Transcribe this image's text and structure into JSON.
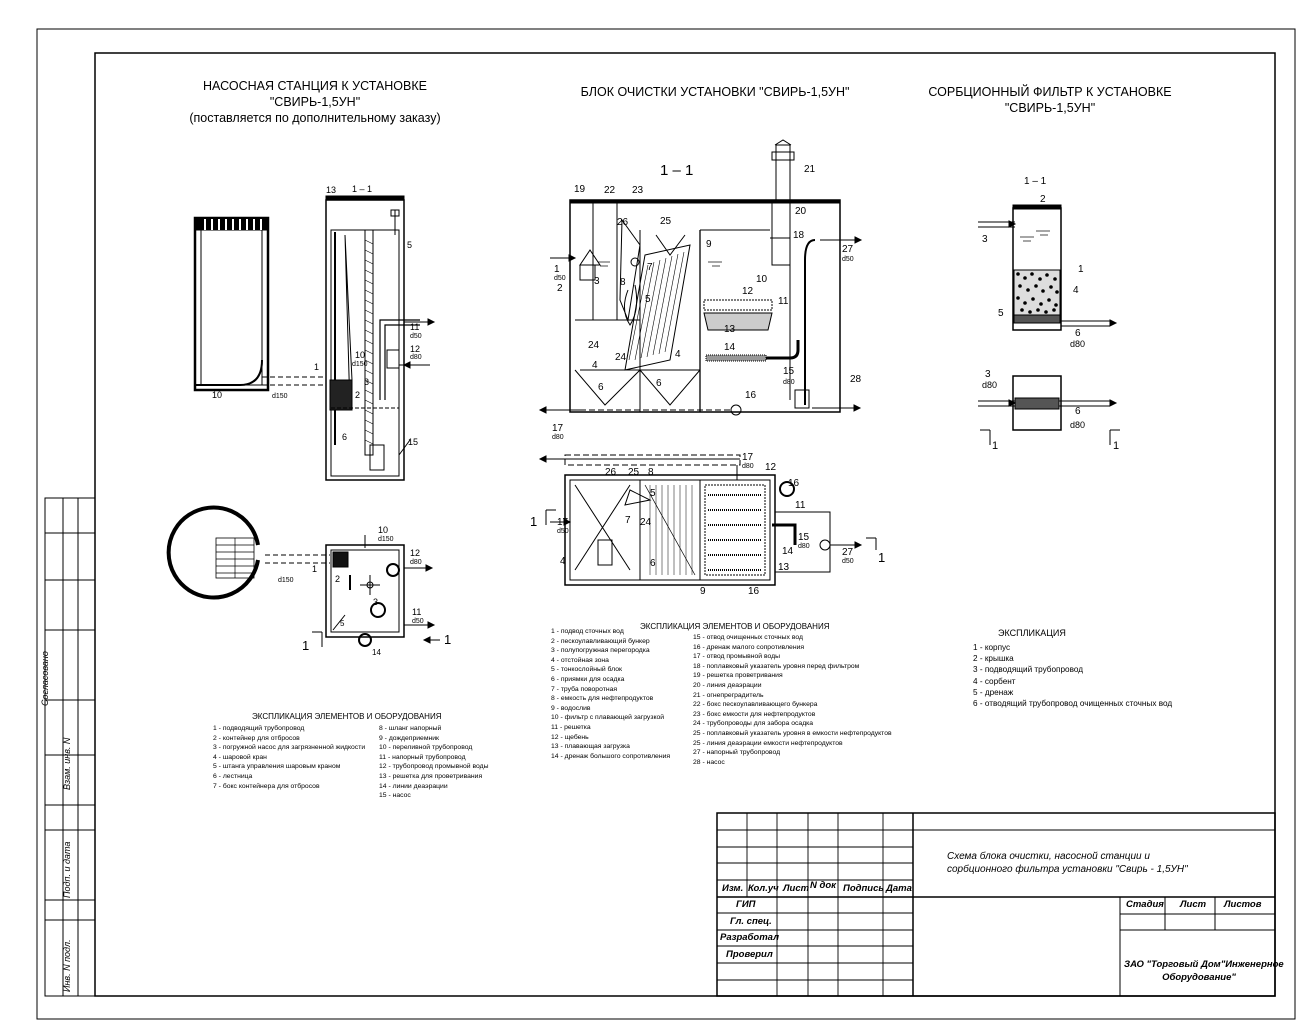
{
  "titles": {
    "pump_station": [
      "НАСОСНАЯ СТАНЦИЯ К УСТАНОВКЕ",
      "\"СВИРЬ-1,5УН\"",
      "(поставляется по дополнительному заказу)"
    ],
    "cleaning_block": "БЛОК ОЧИСТКИ УСТАНОВКИ \"СВИРЬ-1,5УН\"",
    "sorption_filter": [
      "СОРБЦИОННЫЙ ФИЛЬТР К УСТАНОВКЕ",
      "\"СВИРЬ-1,5УН\""
    ]
  },
  "section_labels": {
    "pump": "1 – 1",
    "block": "1 – 1",
    "filter": "1 – 1",
    "cut": "1"
  },
  "pump_station_legend": {
    "heading": "ЭКСПЛИКАЦИЯ ЭЛЕМЕНТОВ И ОБОРУДОВАНИЯ",
    "col1": [
      "1 - подводящий трубопровод",
      "2 - контейнер для отбросов",
      "3 - погружной насос для загрязненной жидкости",
      "4 - шаровой кран",
      "5 - штанга управления шаровым краном",
      "6 - лестница",
      "7 - бокс контейнера для отбросов"
    ],
    "col2": [
      "8 - шланг напорный",
      "9 - дождеприемник",
      "10 - переливной трубопровод",
      "11 - напорный трубопровод",
      "12 - трубопровод промывной воды",
      "13 - решетка для  проветривания",
      "14 - линии деаэрации",
      "15 - насос"
    ]
  },
  "block_legend": {
    "heading": "ЭКСПЛИКАЦИЯ ЭЛЕМЕНТОВ И ОБОРУДОВАНИЯ",
    "col1": [
      "1 - подвод сточных вод",
      "2 - пескоулавливающий бункер",
      "3 - полупогружная перегородка",
      "4 - отстойная зона",
      "5 - тонкослойный блок",
      "6 - приямки для осадка",
      "7 - труба поворотная",
      "8 - емкость для нефтепродуктов",
      "9 - водослив",
      "10 - фильтр с плавающей загрузкой",
      "11 - решетка",
      "12 - щебень",
      "13 - плавающая загрузка",
      "14 - дренаж большого сопротивления"
    ],
    "col2": [
      "15 - отвод очищенных сточных вод",
      "16 - дренаж малого сопротивления",
      "17 - отвод промывной воды",
      "18 - поплавковый указатель уровня перед фильтром",
      "19 - решетка проветривания",
      "20 - линия деаэрации",
      "21 - огнепреградитель",
      "22 - бокс пескоулавливающего бункера",
      "23 - бокс емкости для нефтепродуктов",
      "24 - трубопроводы для забора осадка",
      "25 - поплавковый указатель уровня в емкости нефтепродуктов",
      "25 - линия деаэрации емкости нефтепродуктов",
      "27 - напорный трубопровод",
      "28 - насос"
    ]
  },
  "filter_legend": {
    "heading": "ЭКСПЛИКАЦИЯ",
    "items": [
      "1 - корпус",
      "2 - крышка",
      "3 - подводящий трубопровод",
      "4 - сорбент",
      "5 - дренаж",
      "6 - отводящий трубопровод очищенных сточных вод"
    ]
  },
  "side_block": [
    "Согласовано",
    "Взам. инв. N",
    "Подп. и дата",
    "Инв. N подл."
  ],
  "stamp": {
    "description": [
      "Схема  блока очистки, насосной станции и",
      "сорбционного фильтра установки  \"Свирь - 1,5УН\""
    ],
    "cols": [
      "Изм.",
      "Кол.уч",
      "Лист",
      "N док",
      "Подпись",
      "Дата"
    ],
    "roles": [
      "ГИП",
      "Гл. спец.",
      "Разработал",
      "Проверил"
    ],
    "sheet_cols": [
      "Стадия",
      "Лист",
      "Листов"
    ],
    "company": [
      "ЗАО \"Торговый Дом\"Инженерное",
      "Оборудование\""
    ]
  },
  "callouts": {
    "pump": [
      "1",
      "2",
      "3",
      "5",
      "6",
      "10",
      "11",
      "12",
      "13",
      "14",
      "15",
      "d150",
      "d80",
      "d50",
      "d150"
    ],
    "block": [
      "1",
      "2",
      "3",
      "4",
      "5",
      "6",
      "7",
      "8",
      "9",
      "10",
      "11",
      "12",
      "13",
      "14",
      "15",
      "16",
      "17",
      "18",
      "19",
      "20",
      "21",
      "22",
      "23",
      "24",
      "25",
      "26",
      "27",
      "28",
      "d50",
      "d80"
    ],
    "filter": [
      "1",
      "2",
      "3",
      "4",
      "5",
      "6",
      "d80",
      "d80",
      "d80"
    ]
  }
}
